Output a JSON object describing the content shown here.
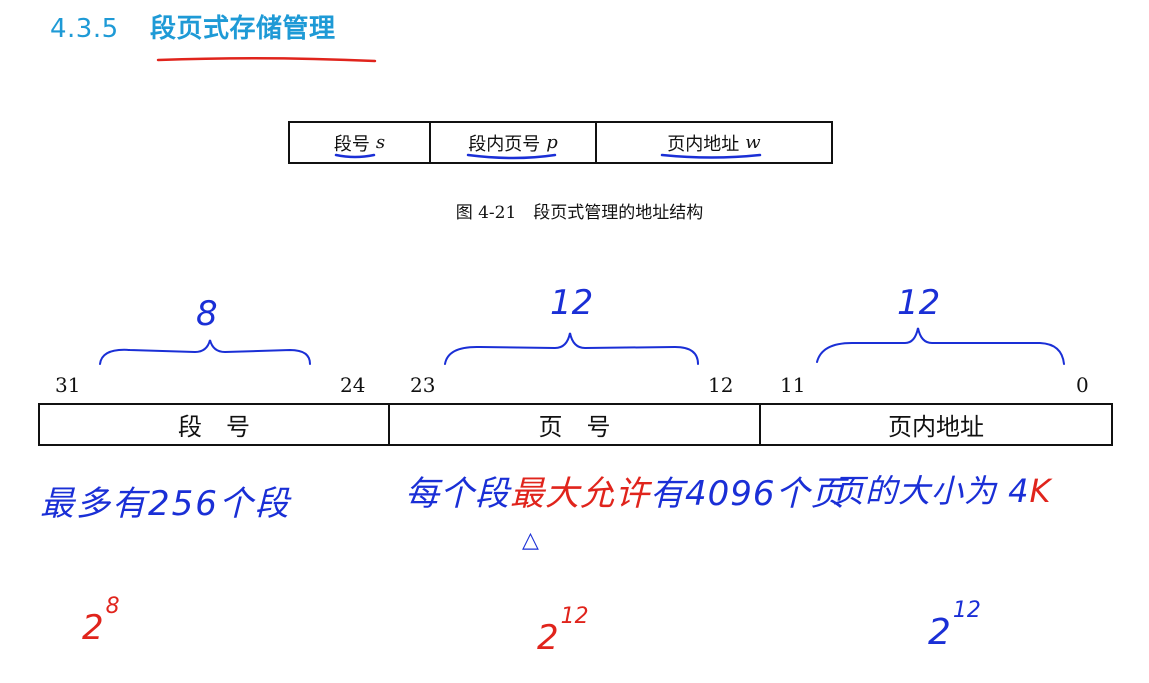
{
  "section": {
    "number": "4.3.5",
    "title": "段页式存储管理"
  },
  "address_structure": {
    "fields": [
      {
        "label": "段号",
        "var": "s"
      },
      {
        "label": "段内页号",
        "var": "p"
      },
      {
        "label": "页内地址",
        "var": "w"
      }
    ],
    "caption": "图 4-21　段页式管理的地址结构"
  },
  "bit_layout": {
    "bit_labels": [
      "31",
      "24",
      "23",
      "12",
      "11",
      "0"
    ],
    "fields": [
      {
        "label": "段　号"
      },
      {
        "label": "页　号"
      },
      {
        "label": "页内地址"
      }
    ]
  },
  "annotations": {
    "brace_counts": [
      "8",
      "12",
      "12"
    ],
    "notes": [
      {
        "text": "最多有256个段"
      },
      {
        "text_blue_prefix": "每个段",
        "text_red": "最大允许",
        "text_blue_suffix": "有4096个页"
      },
      {
        "text_blue": "页的大小为 4",
        "text_red": "K"
      }
    ],
    "triangle_mark": "△",
    "powers": [
      {
        "base": "2",
        "exp": "8"
      },
      {
        "base": "2",
        "exp": "12"
      },
      {
        "base": "2",
        "exp": "12"
      }
    ]
  },
  "colors": {
    "heading": "#1e9ad6",
    "ink_blue": "#1a2fd6",
    "ink_red": "#e0241c"
  }
}
